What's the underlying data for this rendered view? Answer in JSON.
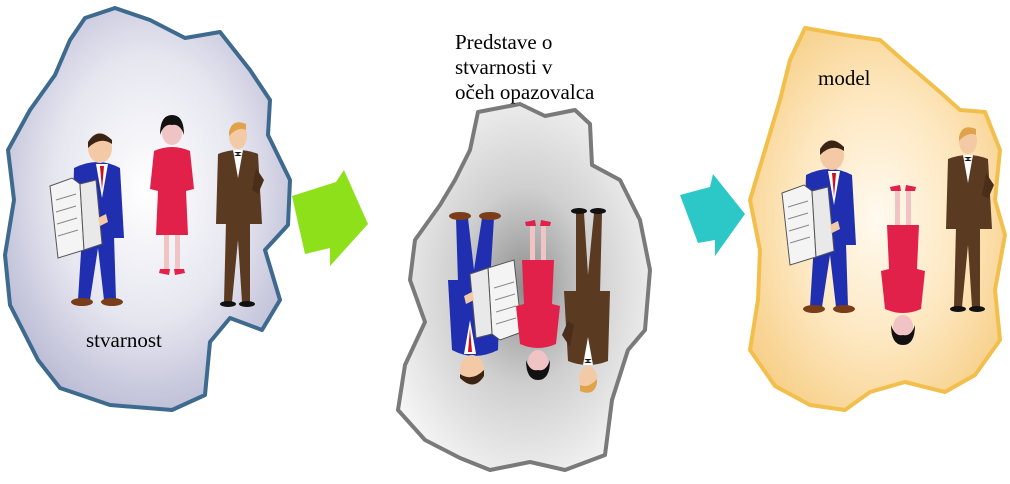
{
  "labels": {
    "reality": "stvarnost",
    "perception_lines": [
      "Predstave o",
      "stvarnosti v",
      "očeh opazovalca"
    ],
    "model": "model"
  },
  "colors": {
    "reality_fill": "#c9c9de",
    "reality_border": "#3d6a8e",
    "perception_border": "#7a7a7a",
    "model_fill": "#fad79c",
    "model_border": "#f3bf4c",
    "arrow_1": "#8ee01b",
    "arrow_2": "#2cc7c7",
    "suit_blue": "#1f2fb0",
    "dress_red": "#e2214a",
    "suit_brown": "#5b3a22"
  },
  "icons": [
    "blob-reality",
    "blob-perception",
    "blob-model",
    "arrow-right-1",
    "arrow-right-2",
    "man-newspaper",
    "woman-red-dress",
    "man-brown-suit"
  ]
}
